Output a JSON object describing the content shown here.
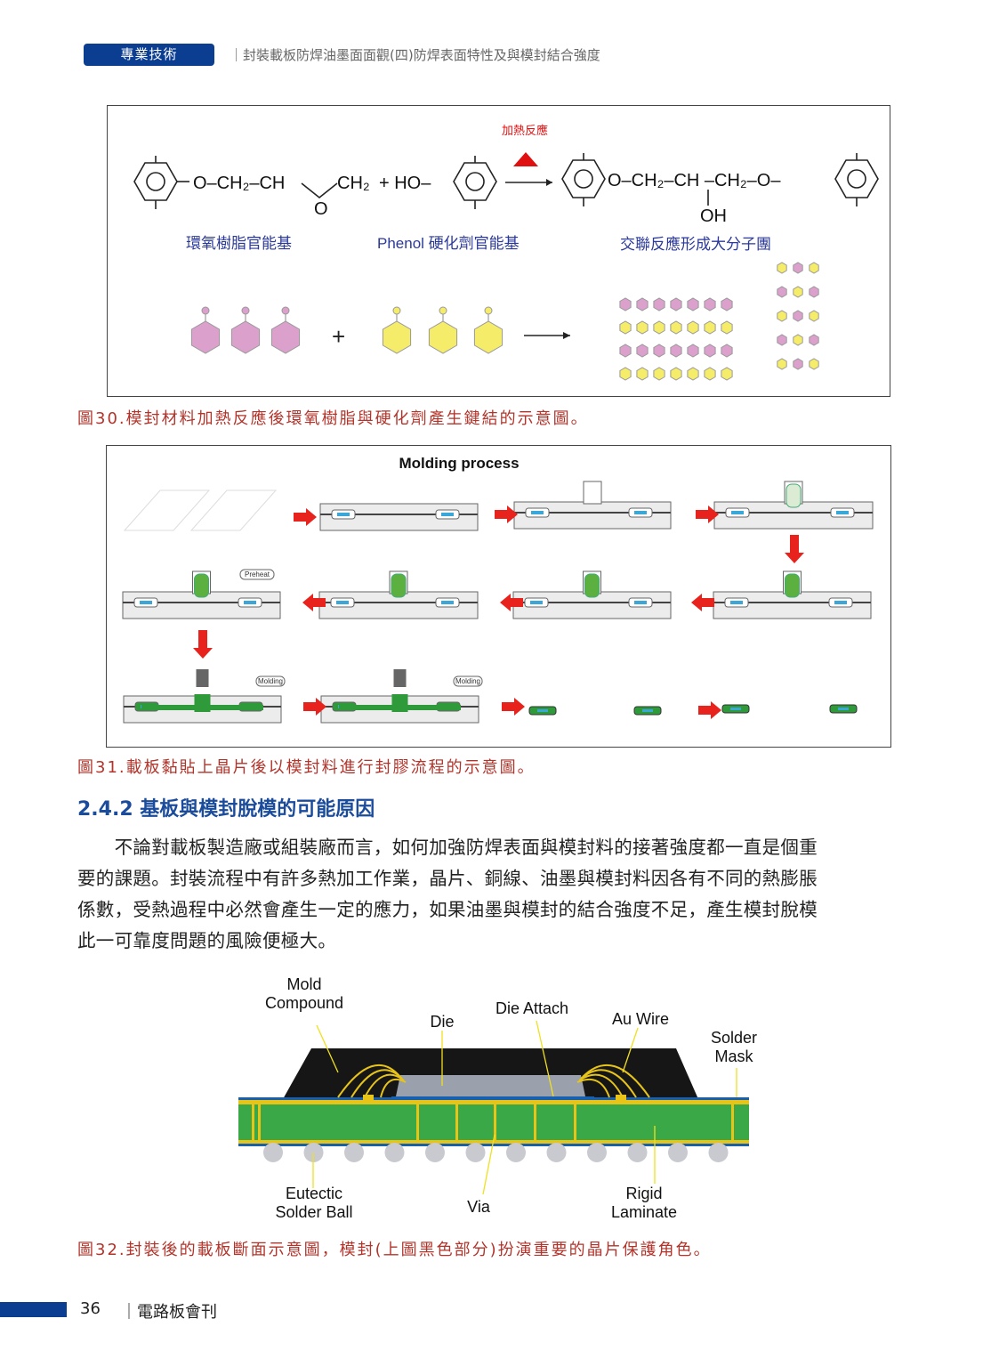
{
  "header": {
    "section": "專業技術",
    "title": "｜封裝載板防焊油墨面面觀(四)防焊表面特性及與模封結合強度"
  },
  "fig30": {
    "heat_label": "加熱反應",
    "epoxy_formula": "O–CH₂–CH",
    "epoxy_ch2": "CH₂",
    "epoxy_o": "O",
    "phenol_formula": "+ HO–",
    "product_formula": "O–CH₂–CH –CH₂–O–",
    "product_oh": "OH",
    "label_epoxy": "環氧樹脂官能基",
    "label_phenol": "Phenol 硬化劑官能基",
    "label_product": "交聯反應形成大分子團",
    "plus": "+",
    "caption": "圖30.模封材料加熱反應後環氧樹脂與硬化劑產生鍵結的示意圖。"
  },
  "fig31": {
    "title": "Molding process",
    "preheat": "Preheat",
    "molding1": "Molding",
    "molding2": "Molding",
    "caption": "圖31.載板黏貼上晶片後以模封料進行封膠流程的示意圖。"
  },
  "section": {
    "heading": "2.4.2 基板與模封脫模的可能原因",
    "lines": [
      "　　不論對載板製造廠或組裝廠而言，如何加強防焊表面與模封料的接著強度都一直是個重",
      "要的課題。封裝流程中有許多熱加工作業，晶片、銅線、油墨與模封料因各有不同的熱膨脹",
      "係數，受熱過程中必然會產生一定的應力，如果油墨與模封的結合強度不足，產生模封脫模",
      "此一可靠度問題的風險便極大。"
    ]
  },
  "fig32": {
    "mold1": "Mold",
    "mold2": "Compound",
    "die": "Die",
    "die_attach": "Die Attach",
    "au_wire": "Au Wire",
    "mask1": "Solder",
    "mask2": "Mask",
    "ball1": "Eutectic",
    "ball2": "Solder Ball",
    "via": "Via",
    "lam1": "Rigid",
    "lam2": "Laminate",
    "caption": "圖32.封裝後的載板斷面示意圖，模封(上圖黑色部分)扮演重要的晶片保護角色。"
  },
  "footer": {
    "page": "36",
    "magazine": "｜電路板會刊"
  },
  "colors": {
    "brand": "#0b3d91",
    "caption": "#b2342b",
    "heading": "#1b4c9c"
  }
}
